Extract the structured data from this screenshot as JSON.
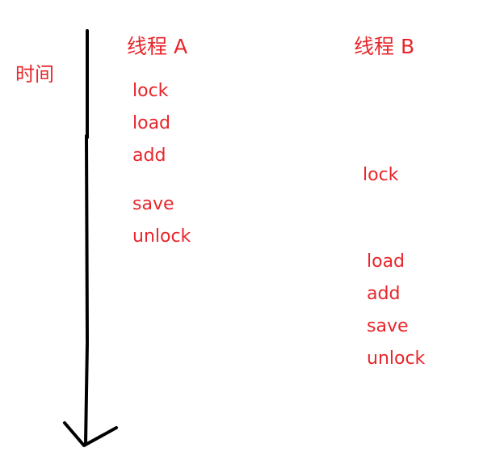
{
  "colors": {
    "text": "#e8262b",
    "arrow": "#000000"
  },
  "time_axis": {
    "label": "时间"
  },
  "thread_a": {
    "title": "线程 A",
    "ops": [
      "lock",
      "load",
      "add",
      "save",
      "unlock"
    ]
  },
  "thread_b": {
    "title": "线程 B",
    "ops": [
      "lock",
      "load",
      "add",
      "save",
      "unlock"
    ]
  }
}
